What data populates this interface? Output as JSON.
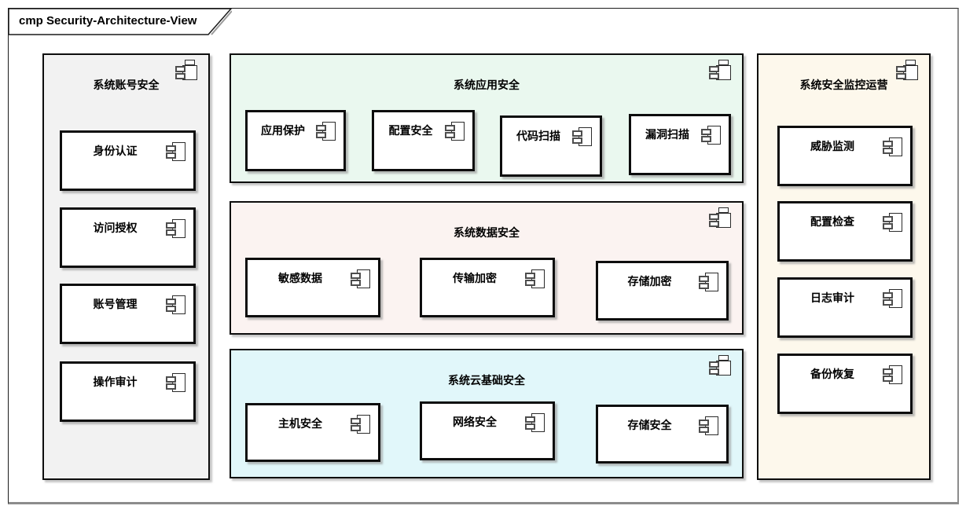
{
  "frame": {
    "title": "cmp Security-Architecture-View"
  },
  "colors": {
    "account": "#f2f2f2",
    "application": "#eaf8ef",
    "data": "#fbf3f1",
    "cloud": "#e1f7fa",
    "monitoring": "#fdf8ec",
    "node_border": "#0d0d0d",
    "frame_shadow": "#8c8c8c"
  },
  "icons": {
    "component": "uml-component-icon",
    "container": "uml-package-component-icon"
  },
  "containers": [
    {
      "title": "系统账号安全",
      "components": [
        "身份认证",
        "访问授权",
        "账号管理",
        "操作审计"
      ]
    },
    {
      "title": "系统应用安全",
      "components": [
        "应用保护",
        "配置安全",
        "代码扫描",
        "漏洞扫描"
      ]
    },
    {
      "title": "系统数据安全",
      "components": [
        "敏感数据",
        "传输加密",
        "存储加密"
      ]
    },
    {
      "title": "系统云基础安全",
      "components": [
        "主机安全",
        "网络安全",
        "存储安全"
      ]
    },
    {
      "title": "系统安全监控运营",
      "components": [
        "威胁监测",
        "配置检查",
        "日志审计",
        "备份恢复"
      ]
    }
  ]
}
